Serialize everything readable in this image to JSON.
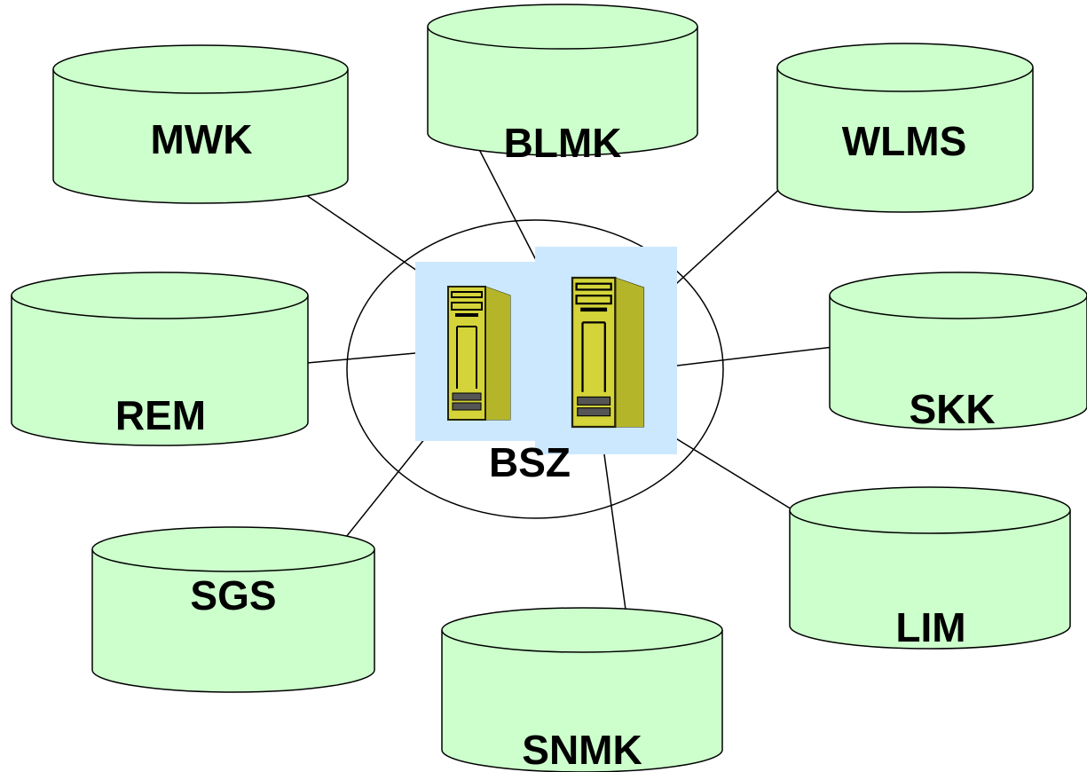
{
  "center": {
    "label": "BSZ"
  },
  "databases": [
    {
      "id": "mwk",
      "label": "MWK"
    },
    {
      "id": "blmk",
      "label": "BLMK"
    },
    {
      "id": "wlms",
      "label": "WLMS"
    },
    {
      "id": "rem",
      "label": "REM"
    },
    {
      "id": "skk",
      "label": "SKK"
    },
    {
      "id": "sgs",
      "label": "SGS"
    },
    {
      "id": "snmk",
      "label": "SNMK"
    },
    {
      "id": "lim",
      "label": "LIM"
    }
  ],
  "icons": [
    "server-icon",
    "server-icon"
  ],
  "colors": {
    "database_fill": "#ccffcc",
    "server_panel": "#cce8ff",
    "server_body": "#cccc33",
    "outline": "#000000"
  }
}
